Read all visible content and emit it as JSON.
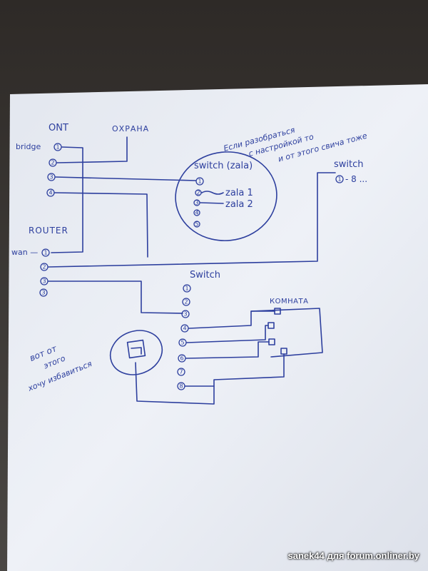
{
  "ont": {
    "title": "ONT",
    "bridge_label": "bridge",
    "ports": [
      "1",
      "2",
      "3",
      "4"
    ]
  },
  "security": {
    "label": "ОХРАНА"
  },
  "router": {
    "title": "ROUTER",
    "wan_label": "wan —",
    "ports": [
      "1",
      "2",
      "3",
      "3"
    ]
  },
  "switch_zala": {
    "title": "switch (zala)",
    "ports": [
      "1",
      "2",
      "3",
      "4",
      "5"
    ],
    "zala1": "zala 1",
    "zala2": "zala 2"
  },
  "switch_right": {
    "title": "switch",
    "range": "1 - 8 ..."
  },
  "switch_main": {
    "title": "Switch",
    "ports": [
      "1",
      "2",
      "3",
      "4",
      "5",
      "6",
      "7",
      "8"
    ]
  },
  "room": {
    "label": "КОМНАТА"
  },
  "note_top": [
    "Если разобраться",
    "с настройкой то",
    "и от этого свича тоже"
  ],
  "note_left": [
    "вот от",
    "этого",
    "хочу избавиться"
  ],
  "watermark": "sanek44 для forum.onliner.by",
  "colors": {
    "ink": "#2d3f9e",
    "paper": "#eef1f7",
    "table": "#3a3a3a"
  }
}
